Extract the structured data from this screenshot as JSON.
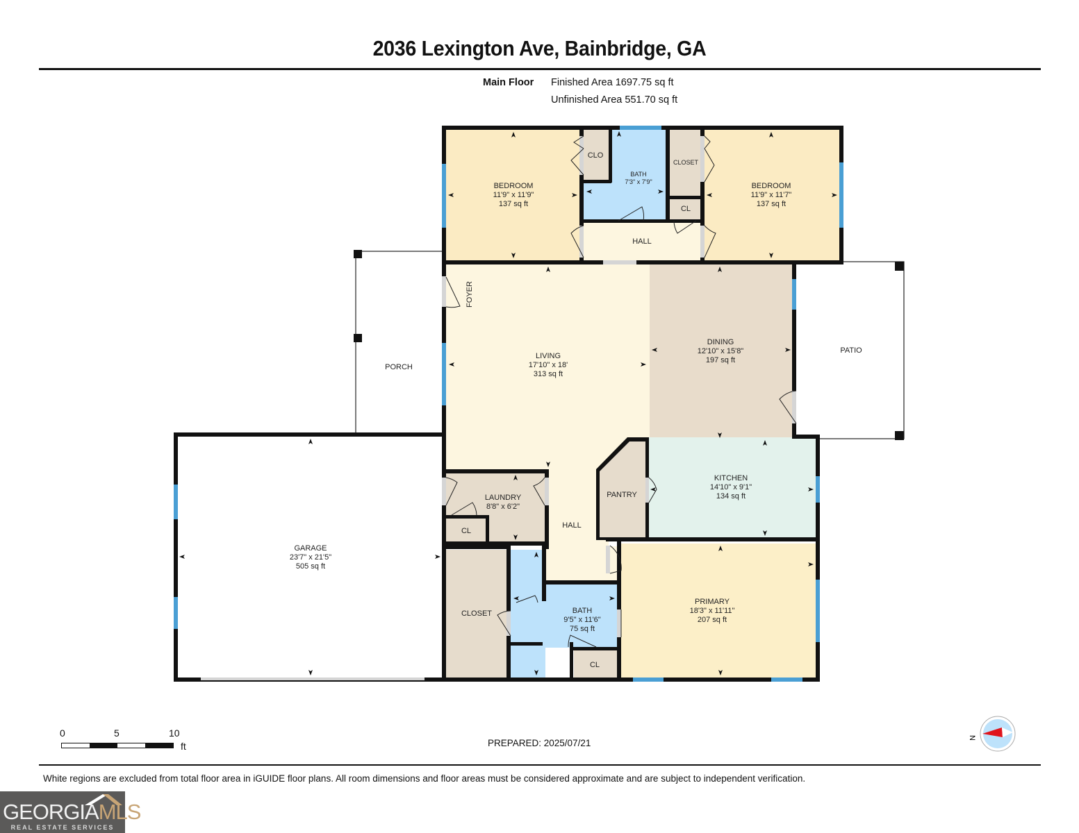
{
  "header": {
    "title": "2036 Lexington Ave, Bainbridge, GA",
    "floor_label": "Main Floor",
    "finished_area": "Finished Area 1697.75 sq ft",
    "unfinished_area": "Unfinished Area 551.70 sq ft"
  },
  "rooms": {
    "bedroom_left": {
      "name": "BEDROOM",
      "dims": "11'9\" x 11'9\"",
      "area": "137 sq ft"
    },
    "bedroom_right": {
      "name": "BEDROOM",
      "dims": "11'9\" x 11'7\"",
      "area": "137 sq ft"
    },
    "clo": {
      "name": "CLO"
    },
    "bath_upper": {
      "name": "BATH",
      "dims": "7'3\" x 7'9\""
    },
    "closet_upper": {
      "name": "CLOSET"
    },
    "cl_upper": {
      "name": "CL"
    },
    "hall_upper": {
      "name": "HALL"
    },
    "foyer": {
      "name": "FOYER"
    },
    "porch": {
      "name": "PORCH"
    },
    "living": {
      "name": "LIVING",
      "dims": "17'10\" x 18'",
      "area": "313 sq ft"
    },
    "dining": {
      "name": "DINING",
      "dims": "12'10\" x 15'8\"",
      "area": "197 sq ft"
    },
    "patio": {
      "name": "PATIO"
    },
    "garage": {
      "name": "GARAGE",
      "dims": "23'7\" x 21'5\"",
      "area": "505 sq ft"
    },
    "laundry": {
      "name": "LAUNDRY",
      "dims": "8'8\" x 6'2\""
    },
    "cl_laundry": {
      "name": "CL"
    },
    "hall_lower": {
      "name": "HALL"
    },
    "pantry": {
      "name": "PANTRY"
    },
    "kitchen": {
      "name": "KITCHEN",
      "dims": "14'10\" x 9'1\"",
      "area": "134 sq ft"
    },
    "closet_lower": {
      "name": "CLOSET"
    },
    "bath_lower": {
      "name": "BATH",
      "dims": "9'5\" x 11'6\"",
      "area": "75 sq ft"
    },
    "cl_bath": {
      "name": "CL"
    },
    "primary": {
      "name": "PRIMARY",
      "dims": "18'3\" x 11'11\"",
      "area": "207 sq ft"
    }
  },
  "colors": {
    "bedroom": "#fbebc3",
    "living": "#fdf6e0",
    "dining": "#e8dccb",
    "kitchen": "#e3f2ec",
    "bath": "#bde2fb",
    "closet": "#e6dccc",
    "primary": "#fcefc8",
    "window": "#4a9fd4",
    "wall": "#111111",
    "logo_bg": "#5b5a59",
    "logo_accent": "#c8a576"
  },
  "scale_bar": {
    "ticks": [
      "0",
      "5",
      "10"
    ],
    "unit": "ft"
  },
  "footer": {
    "prepared": "PREPARED: 2025/07/21",
    "disclaimer": "White regions are excluded from total floor area in iGUIDE floor plans. All room dimensions and floor areas must be considered approximate and are subject to independent verification."
  },
  "compass": {
    "label": "N"
  },
  "logo": {
    "main": "GEORGIA",
    "accent": "MLS",
    "sub": "REAL ESTATE SERVICES"
  }
}
